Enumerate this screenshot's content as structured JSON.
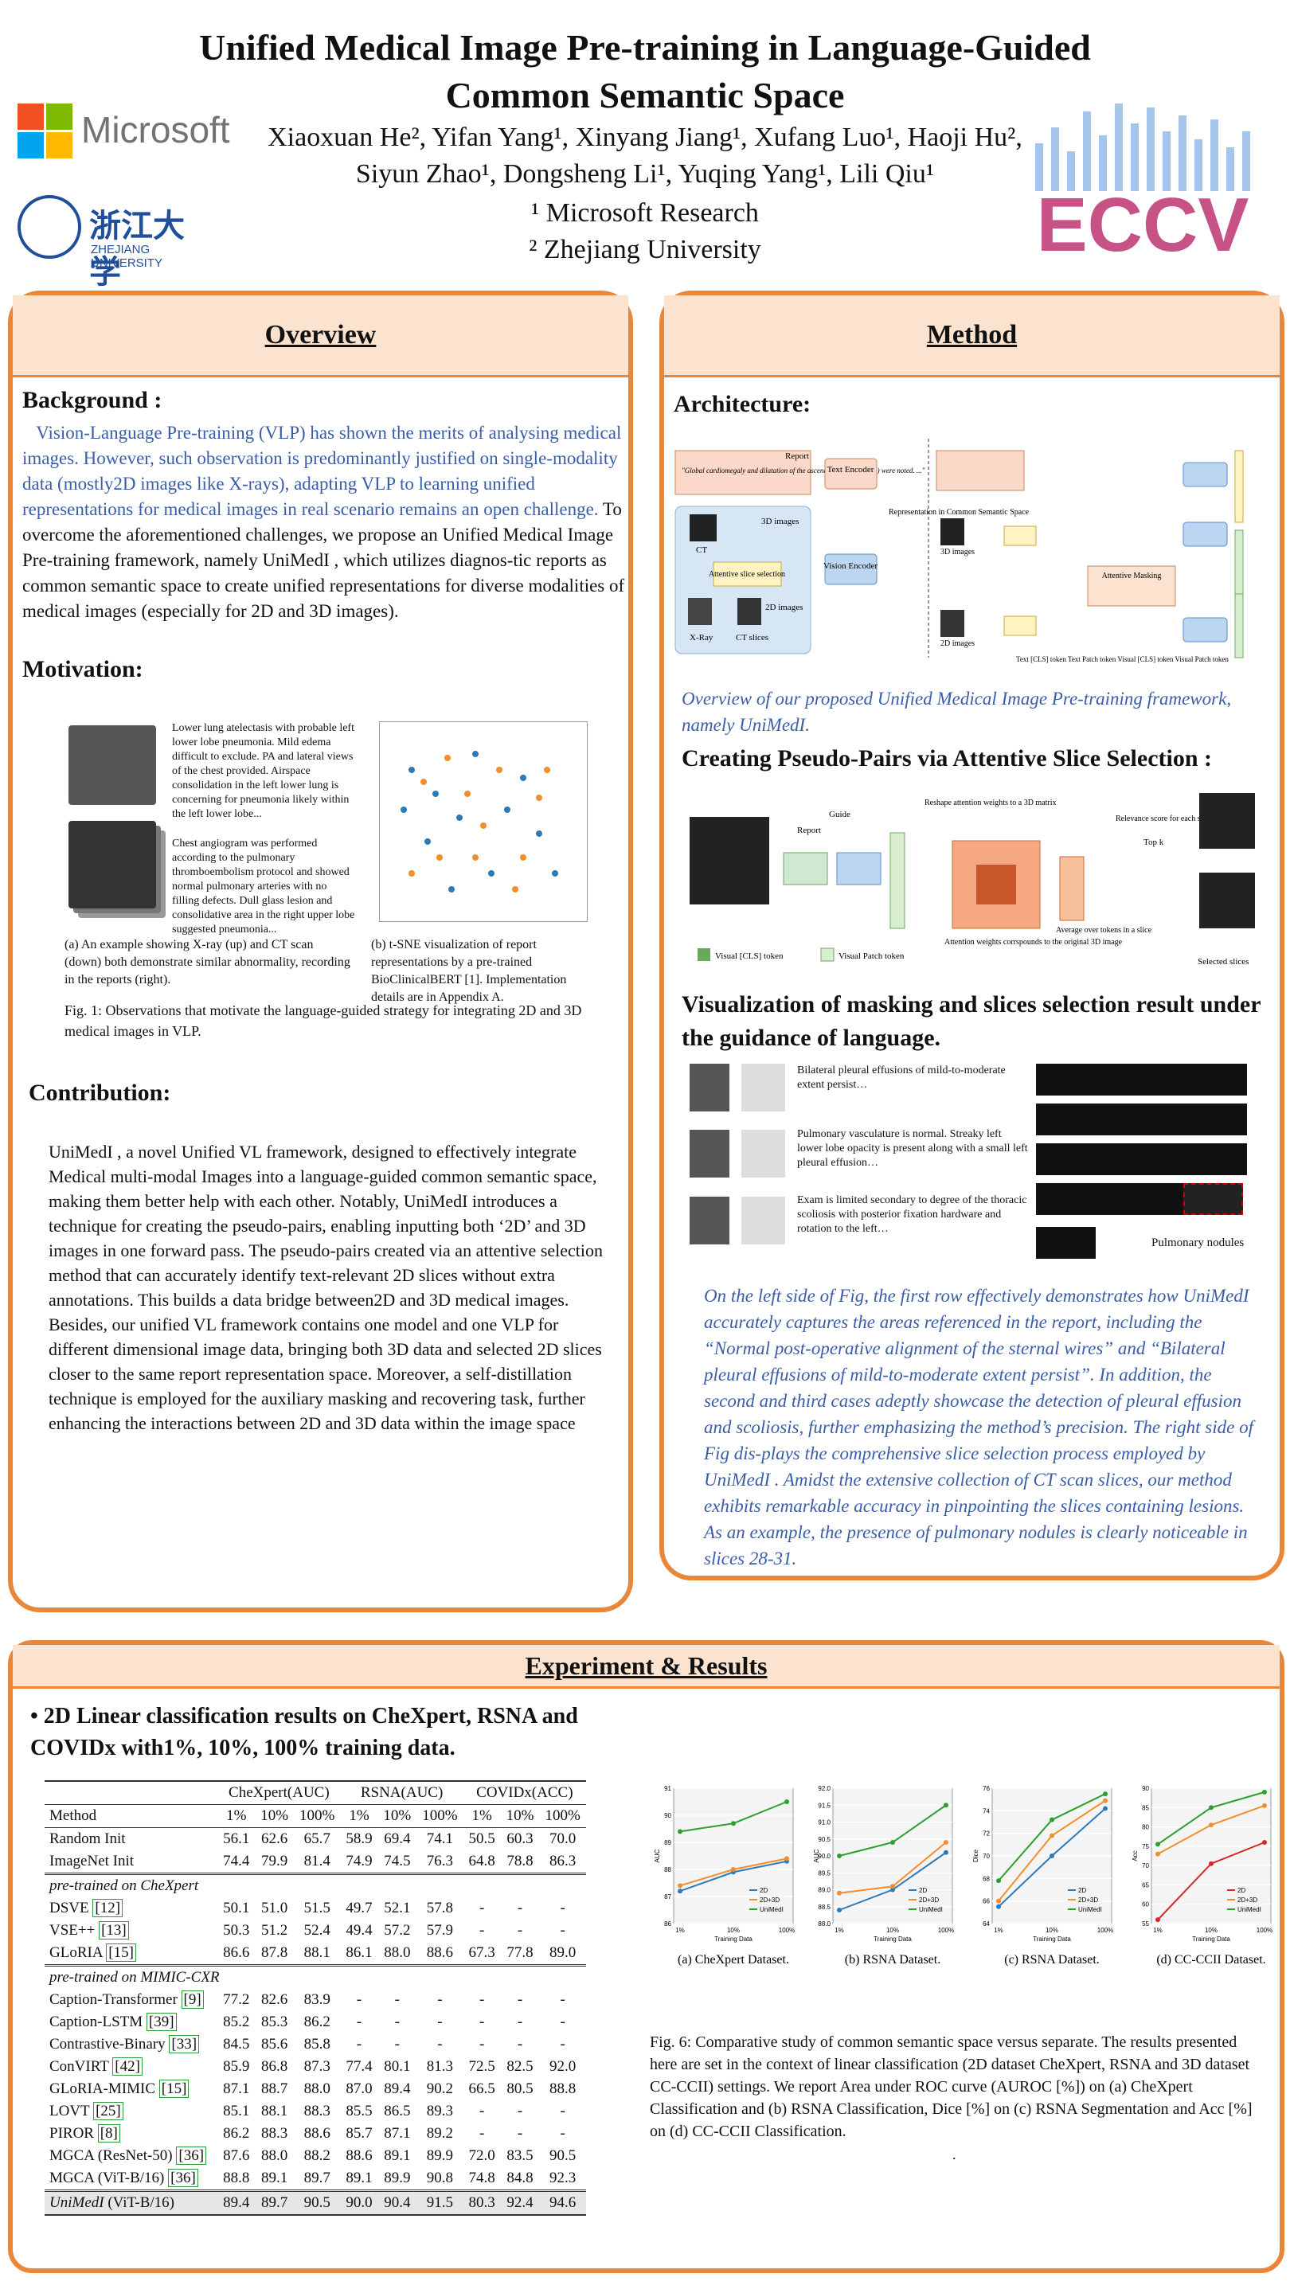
{
  "header": {
    "title_line1": "Unified Medical Image Pre-training in Language-Guided",
    "title_line2": "Common Semantic Space",
    "authors_line1": "Xiaoxuan He², Yifan Yang¹, Xinyang Jiang¹, Xufang Luo¹, Haoji Hu²,",
    "authors_line2": "Siyun Zhao¹, Dongsheng Li¹, Yuqing Yang¹, Lili Qiu¹",
    "affil1": "¹   Microsoft Research",
    "affil2": "²   Zhejiang University",
    "logo_ms": "Microsoft",
    "logo_zju_cn": "浙江大学",
    "logo_zju_en": "ZHEJIANG UNIVERSITY",
    "logo_eccv": "ECCV"
  },
  "overview": {
    "heading": "Overview",
    "background_title": "Background :",
    "background_blue": "Vision-Language Pre-training (VLP) has shown the merits of analysing medical images. However, such observation is predominantly justified on single-modality data (mostly2D images like X-rays), adapting VLP to learning unified representations for medical images in real scenario remains an open challenge.",
    "background_black": "To overcome the aforementioned challenges, we propose an Unified Medical Image Pre-training framework, namely UniMedI , which utilizes diagnos-tic reports as common semantic space to create unified representations for diverse modalities of medical images (especially for 2D and 3D images).",
    "motivation_title": "Motivation:",
    "mot_text1": "Lower lung atelectasis with probable left lower lobe pneumonia. Mild edema difficult to exclude. PA and lateral views of the chest provided. Airspace consolidation in the left lower lung is concerning for pneumonia likely within the left lower lobe...",
    "mot_text2": "Chest angiogram was performed according to the pulmonary thromboembolism protocol and showed normal pulmonary arteries with no filling defects. Dull glass lesion and consolidative area in the right upper lobe suggested pneumonia...",
    "mot_cap_a": "(a) An example showing X-ray (up) and CT scan (down) both demonstrate similar abnormality, recording in the reports (right).",
    "mot_cap_b": "(b) t-SNE visualization of report representations by a pre-trained BioClinicalBERT [1]. Implementation details are in Appendix A.",
    "mot_fig": "Fig. 1: Observations that motivate the language-guided strategy for integrating 2D and 3D medical images in VLP.",
    "contribution_title": "Contribution:",
    "contribution_text": "UniMedI , a novel Unified VL framework, designed to effectively integrate Medical multi-modal Images into a language-guided common semantic space, making them better help with each other. Notably, UniMedI introduces a technique for creating the pseudo-pairs, enabling inputting both ‘2D’ and 3D images in one forward pass. The pseudo-pairs created via an attentive selection method that can accurately identify text-relevant 2D slices without extra annotations. This builds a data bridge between2D and 3D medical images. Besides, our unified VL framework contains one model and one VLP for different dimensional image data, bringing both 3D data and selected 2D slices closer to the same report representation space. Moreover, a self-distillation technique is employed for the auxiliary masking and recovering task, further enhancing the interactions between 2D and 3D data within the image space"
  },
  "method": {
    "heading": "Method",
    "arch_title": "Architecture:",
    "arch_report": "Report",
    "arch_report_text": "\"Global cardiomegaly and dilatation of the ascending aorta (54 mm) were noted. ...\"",
    "arch_text_encoder": "Text Encoder",
    "arch_3d": "3D images",
    "arch_ct": "CT",
    "arch_attentive": "Attentive slice selection",
    "arch_2d": "2D images",
    "arch_xray": "X-Ray",
    "arch_ctslices": "CT slices",
    "arch_vision": "Vision Encoder",
    "arch_rep": "Representation in Common Semantic Space",
    "arch_mask": "Attentive Masking",
    "arch_legend": "Text [CLS] token  Text Patch token  Visual [CLS] token  Visual Patch token",
    "arch_caption": "Overview of our proposed Unified Medical Image Pre-training framework, namely UniMedI.",
    "pseudo_title": "Creating Pseudo-Pairs via Attentive Slice Selection :",
    "pseudo_report": "Report",
    "pseudo_guide": "Guide",
    "pseudo_reshape": "Reshape attention weights to a 3D matrix",
    "pseudo_relevance": "Relevance score for each slice",
    "pseudo_topk": "Top k",
    "pseudo_avg": "Average over tokens in a slice",
    "pseudo_attn": "Attention weights corrspounds to the original 3D image",
    "pseudo_selected": "Selected slices",
    "pseudo_leg1": "Visual [CLS] token",
    "pseudo_leg2": "Visual Patch token",
    "vis_title": "Visualization of masking and slices selection result under the guidance of language.",
    "vis_row1": "Bilateral pleural effusions of mild-to-moderate extent persist…",
    "vis_row2": "Pulmonary vasculature is normal.  Streaky left lower lobe opacity is present along with a small left pleural effusion…",
    "vis_row3": "Exam is limited secondary to degree of the thoracic scoliosis with posterior fixation hardware and rotation to the left…",
    "vis_nodules": "Pulmonary nodules",
    "vis_caption": "On the left side of Fig, the first row effectively demonstrates how UniMedI accurately captures the areas referenced in the report, including the “Normal post-operative alignment of the sternal wires” and “Bilateral pleural effusions of mild-to-moderate extent persist”. In addition, the second and third cases adeptly showcase the detection of pleural effusion and scoliosis, further emphasizing the method’s precision. The right side of Fig dis-plays the comprehensive slice selection process employed by UniMedI . Amidst the extensive collection of CT scan slices, our method exhibits remarkable accuracy in pinpointing the slices containing lesions. As an example, the presence of pulmonary nodules is clearly noticeable in slices 28-31."
  },
  "results": {
    "heading": "Experiment & Results",
    "bullet": "• 2D Linear classification results on CheXpert, RSNA and COVIDx with1%, 10%, 100% training data.",
    "table": {
      "groups": [
        "CheXpert(AUC)",
        "RSNA(AUC)",
        "COVIDx(ACC)"
      ],
      "subheads": [
        "Method",
        "1%",
        "10%",
        "100%",
        "1%",
        "10%",
        "100%",
        "1%",
        "10%",
        "100%"
      ],
      "block1": [
        [
          "Random Init",
          "56.1",
          "62.6",
          "65.7",
          "58.9",
          "69.4",
          "74.1",
          "50.5",
          "60.3",
          "70.0"
        ],
        [
          "ImageNet Init",
          "74.4",
          "79.9",
          "81.4",
          "74.9",
          "74.5",
          "76.3",
          "64.8",
          "78.8",
          "86.3"
        ]
      ],
      "sec2": "pre-trained on CheXpert",
      "block2": [
        [
          "DSVE",
          "[12]",
          "50.1",
          "51.0",
          "51.5",
          "49.7",
          "52.1",
          "57.8",
          "-",
          "-",
          "-"
        ],
        [
          "VSE++",
          "[13]",
          "50.3",
          "51.2",
          "52.4",
          "49.4",
          "57.2",
          "57.9",
          "-",
          "-",
          "-"
        ],
        [
          "GLoRIA",
          "[15]",
          "86.6",
          "87.8",
          "88.1",
          "86.1",
          "88.0",
          "88.6",
          "67.3",
          "77.8",
          "89.0"
        ]
      ],
      "sec3": "pre-trained on MIMIC-CXR",
      "block3": [
        [
          "Caption-Transformer",
          "[9]",
          "77.2",
          "82.6",
          "83.9",
          "-",
          "-",
          "-",
          "-",
          "-",
          "-"
        ],
        [
          "Caption-LSTM",
          "[39]",
          "85.2",
          "85.3",
          "86.2",
          "-",
          "-",
          "-",
          "-",
          "-",
          "-"
        ],
        [
          "Contrastive-Binary",
          "[33]",
          "84.5",
          "85.6",
          "85.8",
          "-",
          "-",
          "-",
          "-",
          "-",
          "-"
        ],
        [
          "ConVIRT",
          "[42]",
          "85.9",
          "86.8",
          "87.3",
          "77.4",
          "80.1",
          "81.3",
          "72.5",
          "82.5",
          "92.0"
        ],
        [
          "GLoRIA-MIMIC",
          "[15]",
          "87.1",
          "88.7",
          "88.0",
          "87.0",
          "89.4",
          "90.2",
          "66.5",
          "80.5",
          "88.8"
        ],
        [
          "LOVT",
          "[25]",
          "85.1",
          "88.1",
          "88.3",
          "85.5",
          "86.5",
          "89.3",
          "-",
          "-",
          "-"
        ],
        [
          "PIROR",
          "[8]",
          "86.2",
          "88.3",
          "88.6",
          "85.7",
          "87.1",
          "89.2",
          "-",
          "-",
          "-"
        ],
        [
          "MGCA (ResNet-50)",
          "[36]",
          "87.6",
          "88.0",
          "88.2",
          "88.6",
          "89.1",
          "89.9",
          "72.0",
          "83.5",
          "90.5"
        ],
        [
          "MGCA (ViT-B/16)",
          "[36]",
          "88.8",
          "89.1",
          "89.7",
          "89.1",
          "89.9",
          "90.8",
          "74.8",
          "84.8",
          "92.3"
        ]
      ],
      "final": [
        "UniMedI",
        " (ViT-B/16)",
        "89.4",
        "89.7",
        "90.5",
        "90.0",
        "90.4",
        "91.5",
        "80.3",
        "92.4",
        "94.6"
      ]
    },
    "fig6_caption": "Fig. 6: Comparative study of common semantic space versus separate. The results presented here are set in the context of linear classification (2D dataset CheXpert, RSNA and 3D dataset CC-CCII) settings. We report Area under ROC curve (AUROC [%]) on (a) CheXpert Classification and (b) RSNA Classification, Dice [%] on (c) RSNA Segmentation and Acc [%] on (d) CC-CCII Classification.",
    "dot": "."
  },
  "chart_data": [
    {
      "type": "line",
      "title": "(a) CheXpert Dataset.",
      "xlabel": "Training Data",
      "ylabel": "AUC",
      "x": [
        "1%",
        "10%",
        "100%"
      ],
      "ylim": [
        86,
        91
      ],
      "y_ticks": [
        "86",
        "87",
        "88",
        "89",
        "90",
        "91"
      ],
      "series": [
        {
          "name": "2D",
          "values": [
            87.2,
            87.9,
            88.3
          ],
          "color": "#2b7bba"
        },
        {
          "name": "2D+3D",
          "values": [
            87.4,
            88.0,
            88.4
          ],
          "color": "#f28e2b"
        },
        {
          "name": "UniMedI",
          "values": [
            89.4,
            89.7,
            90.5
          ],
          "color": "#2ca02c"
        }
      ]
    },
    {
      "type": "line",
      "title": "(b) RSNA Dataset.",
      "xlabel": "Training Data",
      "ylabel": "AUC",
      "x": [
        "1%",
        "10%",
        "100%"
      ],
      "ylim": [
        88.0,
        92.0
      ],
      "y_ticks": [
        "88.0",
        "88.5",
        "89.0",
        "89.5",
        "90.0",
        "90.5",
        "91.0",
        "91.5",
        "92.0"
      ],
      "series": [
        {
          "name": "2D",
          "values": [
            88.4,
            89.0,
            90.1
          ],
          "color": "#2b7bba"
        },
        {
          "name": "2D+3D",
          "values": [
            88.9,
            89.1,
            90.4
          ],
          "color": "#f28e2b"
        },
        {
          "name": "UniMedI",
          "values": [
            90.0,
            90.4,
            91.5
          ],
          "color": "#2ca02c"
        }
      ]
    },
    {
      "type": "line",
      "title": "(c) RSNA Dataset.",
      "xlabel": "Training Data",
      "ylabel": "Dice",
      "x": [
        "1%",
        "10%",
        "100%"
      ],
      "ylim": [
        64,
        76
      ],
      "y_ticks": [
        "64",
        "66",
        "68",
        "70",
        "72",
        "74",
        "76"
      ],
      "series": [
        {
          "name": "2D",
          "values": [
            65.5,
            70.0,
            74.2
          ],
          "color": "#2b7bba"
        },
        {
          "name": "2D+3D",
          "values": [
            66.0,
            71.8,
            74.9
          ],
          "color": "#f28e2b"
        },
        {
          "name": "UniMedI",
          "values": [
            67.8,
            73.2,
            75.5
          ],
          "color": "#2ca02c"
        }
      ]
    },
    {
      "type": "line",
      "title": "(d) CC-CCII Dataset.",
      "xlabel": "Training Data",
      "ylabel": "Acc",
      "x": [
        "1%",
        "10%",
        "100%"
      ],
      "ylim": [
        55,
        90
      ],
      "y_ticks": [
        "55",
        "60",
        "65",
        "70",
        "75",
        "80",
        "85",
        "90"
      ],
      "series": [
        {
          "name": "2D",
          "values": [
            56.0,
            70.5,
            76.0
          ],
          "color": "#d62728"
        },
        {
          "name": "2D+3D",
          "values": [
            73.0,
            80.5,
            85.5
          ],
          "color": "#f28e2b"
        },
        {
          "name": "UniMedI",
          "values": [
            75.5,
            85.0,
            89.0
          ],
          "color": "#2ca02c"
        }
      ]
    }
  ]
}
